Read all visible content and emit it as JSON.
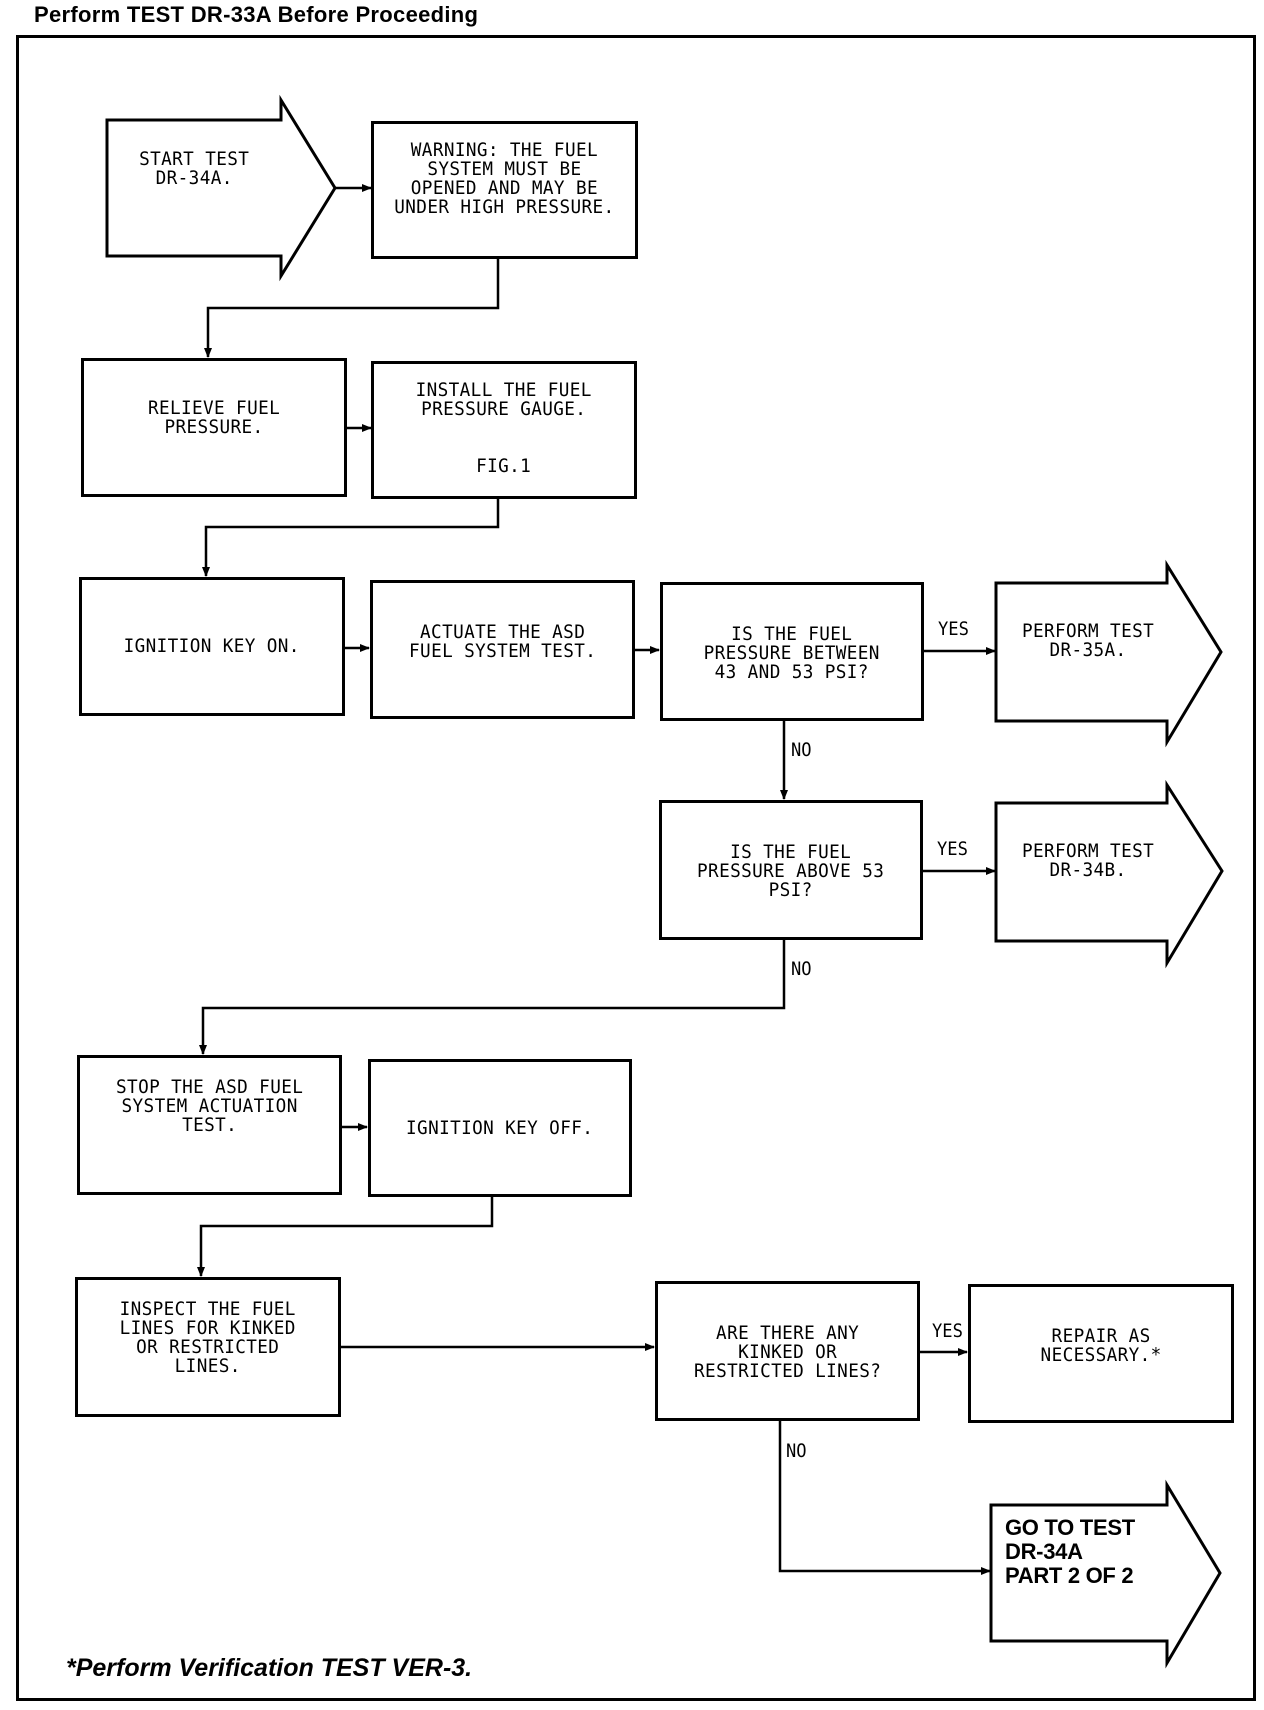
{
  "header": {
    "title": "Perform TEST DR-33A Before Proceeding"
  },
  "nodes": {
    "start": {
      "type": "terminal-arrow",
      "text": "START TEST\nDR-34A."
    },
    "warning": {
      "type": "process",
      "text": "WARNING: THE FUEL\nSYSTEM MUST BE\nOPENED AND MAY BE\nUNDER HIGH PRESSURE."
    },
    "relieve": {
      "type": "process",
      "text": "RELIEVE FUEL\nPRESSURE."
    },
    "install": {
      "type": "process",
      "text": "INSTALL THE FUEL\nPRESSURE GAUGE.",
      "reference": "FIG.1"
    },
    "ignition_on": {
      "type": "process",
      "text": "IGNITION KEY ON."
    },
    "actuate": {
      "type": "process",
      "text": "ACTUATE THE ASD\nFUEL SYSTEM TEST."
    },
    "q_between": {
      "type": "decision",
      "text": "IS THE FUEL\nPRESSURE BETWEEN\n43 AND 53 PSI?"
    },
    "perform_35a": {
      "type": "terminal-arrow",
      "text": "PERFORM TEST\nDR-35A."
    },
    "q_above": {
      "type": "decision",
      "text": "IS THE FUEL\nPRESSURE ABOVE 53\nPSI?"
    },
    "perform_34b": {
      "type": "terminal-arrow",
      "text": "PERFORM TEST\nDR-34B."
    },
    "stop": {
      "type": "process",
      "text": "STOP THE ASD FUEL\nSYSTEM ACTUATION\nTEST."
    },
    "ignition_off": {
      "type": "process",
      "text": "IGNITION KEY OFF."
    },
    "inspect": {
      "type": "process",
      "text": "INSPECT THE FUEL\nLINES FOR KINKED\nOR RESTRICTED\nLINES."
    },
    "q_kinked": {
      "type": "decision",
      "text": "ARE THERE ANY\nKINKED OR\nRESTRICTED LINES?"
    },
    "repair": {
      "type": "process",
      "text": "REPAIR AS\nNECESSARY.*"
    },
    "goto_part2": {
      "type": "terminal-arrow",
      "text": "GO TO TEST\nDR-34A\nPART 2 OF 2"
    }
  },
  "edges": [
    {
      "from": "start",
      "to": "warning",
      "label": ""
    },
    {
      "from": "warning",
      "to": "relieve",
      "label": ""
    },
    {
      "from": "relieve",
      "to": "install",
      "label": ""
    },
    {
      "from": "install",
      "to": "ignition_on",
      "label": ""
    },
    {
      "from": "ignition_on",
      "to": "actuate",
      "label": ""
    },
    {
      "from": "actuate",
      "to": "q_between",
      "label": ""
    },
    {
      "from": "q_between",
      "to": "perform_35a",
      "label": "YES"
    },
    {
      "from": "q_between",
      "to": "q_above",
      "label": "NO"
    },
    {
      "from": "q_above",
      "to": "perform_34b",
      "label": "YES"
    },
    {
      "from": "q_above",
      "to": "stop",
      "label": "NO"
    },
    {
      "from": "stop",
      "to": "ignition_off",
      "label": ""
    },
    {
      "from": "ignition_off",
      "to": "inspect",
      "label": ""
    },
    {
      "from": "inspect",
      "to": "q_kinked",
      "label": ""
    },
    {
      "from": "q_kinked",
      "to": "repair",
      "label": "YES"
    },
    {
      "from": "q_kinked",
      "to": "goto_part2",
      "label": "NO"
    }
  ],
  "edge_labels": {
    "yes": "YES",
    "no": "NO"
  },
  "footnote": "*Perform Verification TEST VER-3."
}
